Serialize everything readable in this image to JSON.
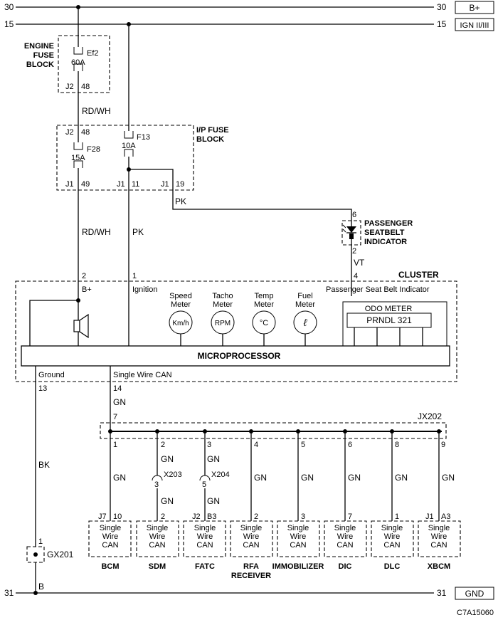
{
  "rails": {
    "top": {
      "left_num": "30",
      "right_num": "30",
      "label": "B+"
    },
    "ign": {
      "left_num": "15",
      "right_num": "15",
      "label": "IGN II/III"
    },
    "gnd": {
      "left_num": "31",
      "right_num": "31",
      "label": "GND"
    }
  },
  "engine_fuse_block": {
    "title_lines": [
      "ENGINE",
      "FUSE",
      "BLOCK"
    ],
    "fuse_name": "Ef2",
    "fuse_rating": "60A",
    "conn": "J2",
    "pin": "48"
  },
  "wire_rdwh_upper": "RD/WH",
  "ip_fuse_block": {
    "title_lines": [
      "I/P FUSE",
      "BLOCK"
    ],
    "top_conn": "J2",
    "top_pin": "48",
    "f28_name": "F28",
    "f28_rating": "15A",
    "f13_name": "F13",
    "f13_rating": "10A",
    "pins": [
      {
        "conn": "J1",
        "pin": "49"
      },
      {
        "conn": "J1",
        "pin": "11"
      },
      {
        "conn": "J1",
        "pin": "19"
      }
    ]
  },
  "wire_pk_indicator": "PK",
  "passenger_indicator": {
    "pin_top": "6",
    "pin_bottom": "2",
    "label_lines": [
      "PASSENGER",
      "SEATBELT",
      "INDICATOR"
    ]
  },
  "wire_vt": "VT",
  "wire_rdwh_lower": "RD/WH",
  "wire_pk_ignition": "PK",
  "cluster": {
    "title": "CLUSTER",
    "pin_bplus": "2",
    "label_bplus": "B+",
    "pin_ignition": "1",
    "label_ignition": "Ignition",
    "pin_indicator": "4",
    "label_indicator": "Passenger Seat Belt Indicator",
    "meters": [
      {
        "lines": [
          "Speed",
          "Meter"
        ],
        "symbol": "Km/h"
      },
      {
        "lines": [
          "Tacho",
          "Meter"
        ],
        "symbol": "RPM"
      },
      {
        "lines": [
          "Temp",
          "Meter"
        ],
        "symbol": "°C"
      },
      {
        "lines": [
          "Fuel",
          "Meter"
        ],
        "symbol": "ℓ"
      }
    ],
    "odo_title": "ODO METER",
    "odo_display": "PRNDL 321",
    "microprocessor": "MICROPROCESSOR",
    "label_ground": "Ground",
    "label_can": "Single Wire CAN",
    "pin_ground": "13",
    "pin_can": "14"
  },
  "wire_gn_cluster": "GN",
  "wire_bk": "BK",
  "jx202": {
    "name": "JX202",
    "input_pin": "7"
  },
  "splice_x203": {
    "name": "X203",
    "pin": "3"
  },
  "splice_x204": {
    "name": "X204",
    "pin": "5"
  },
  "branches": [
    {
      "jx_pin": "1",
      "conn": "J7",
      "pin": "10",
      "module": [
        "BCM"
      ]
    },
    {
      "jx_pin": "2",
      "conn": "",
      "pin": "2",
      "module": [
        "SDM"
      ]
    },
    {
      "jx_pin": "3",
      "conn": "J2",
      "pin": "B3",
      "module": [
        "FATC"
      ]
    },
    {
      "jx_pin": "4",
      "conn": "",
      "pin": "2",
      "module": [
        "RFA",
        "RECEIVER"
      ]
    },
    {
      "jx_pin": "5",
      "conn": "",
      "pin": "3",
      "module": [
        "IMMOBILIZER"
      ]
    },
    {
      "jx_pin": "6",
      "conn": "",
      "pin": "7",
      "module": [
        "DIC"
      ]
    },
    {
      "jx_pin": "8",
      "conn": "",
      "pin": "1",
      "module": [
        "DLC"
      ]
    },
    {
      "jx_pin": "9",
      "conn": "J1",
      "pin": "A3",
      "module": [
        "XBCM"
      ]
    }
  ],
  "branch_wire_color": "GN",
  "module_box_lines": [
    "Single",
    "Wire",
    "CAN"
  ],
  "gx201": {
    "name": "GX201",
    "pin": "1"
  },
  "wire_b": "B",
  "figure_id": "C7A15060"
}
